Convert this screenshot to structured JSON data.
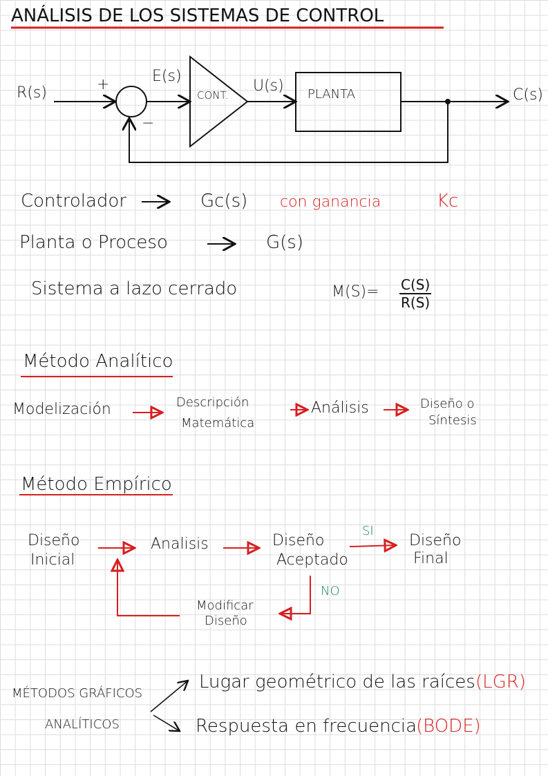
{
  "title": "ANÁLISIS DE LOS SISTEMAS DE CONTROL",
  "diagram": {
    "input": "R(s)",
    "plus": "+",
    "minus": "−",
    "error": "E(s)",
    "controller": "CONT.",
    "control_signal": "U(s)",
    "plant": "PLANTA",
    "output": "C(s)"
  },
  "definitions": {
    "controller_label": "Controlador",
    "controller_tf": "Gc(s)",
    "controller_note": "con ganancia",
    "controller_gain": "Kc",
    "plant_label": "Planta o Proceso",
    "plant_tf": "G(s)",
    "closed_loop_label": "Sistema a lazo cerrado",
    "closed_loop_lhs": "M(S)=",
    "closed_loop_num": "C(S)",
    "closed_loop_den": "R(S)"
  },
  "analytic": {
    "heading": "Método Analítico",
    "steps": [
      "Modelización",
      "Descripción",
      "Matemática",
      "Análisis",
      "Diseño o",
      "Síntesis"
    ]
  },
  "empirical": {
    "heading": "Método Empírico",
    "initial": [
      "Diseño",
      "Inicial"
    ],
    "analysis": "Analisis",
    "accepted": [
      "Diseño",
      "Aceptado"
    ],
    "yes": "SI",
    "final": [
      "Diseño",
      "Final"
    ],
    "no": "NO",
    "modify": [
      "Modificar",
      "Diseño"
    ]
  },
  "graphical": {
    "label": "MÉTODOS GRÁFICOS",
    "label2": "ANALÍTICOS",
    "method1": "Lugar geométrico de las raíces",
    "method1_abbr": "(LGR)",
    "method2": "Respuesta en frecuencia",
    "method2_abbr": "(BODE)"
  },
  "colors": {
    "ink": "#111111",
    "red": "#d81e1e",
    "green": "#13835b"
  }
}
